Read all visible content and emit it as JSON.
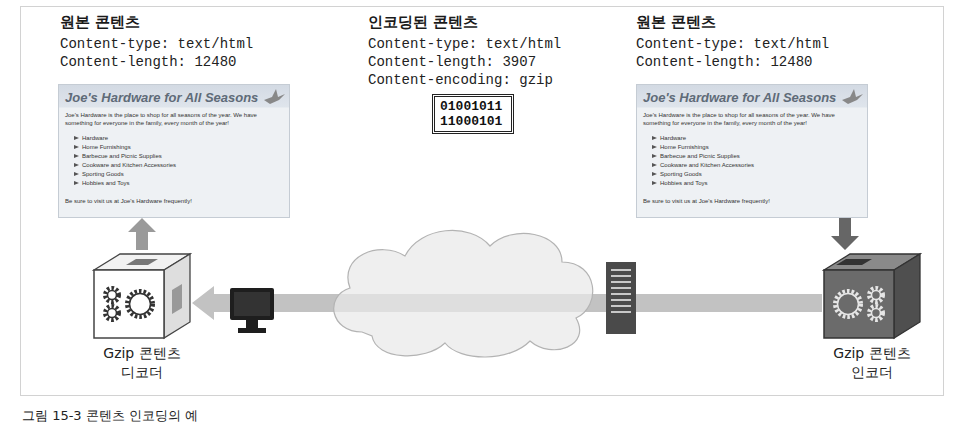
{
  "diagram": {
    "caption": "그림 15-3 콘텐츠 인코딩의 예",
    "nodes": [
      {
        "text": [
          "Joe's Hardware for All Seasons",
          "Joe's Hardware is the place to shop for all seasons of the year. We have something for everyone in the family, every month of the year!",
          "Hardware",
          "Home Furnishings",
          "Barbecue and Picnic Supplies",
          "Cookware and Kitchen Accessories",
          "Sporting Goods",
          "Hobbies and Toys",
          "Be sure to visit us at Joe's Hardware frequently!"
        ]
      },
      {
        "text": [
          "01001011 11000101"
        ]
      },
      {
        "text": [
          "Joe's Hardware for All Seasons",
          "Joe's Hardware is the place to shop for all seasons of the year. We have something for everyone in the family, every month of the year!",
          "Hardware",
          "Home Furnishings",
          "Barbecue and Picnic Supplies",
          "Cookware and Kitchen Accessories",
          "Sporting Goods",
          "Hobbies and Toys",
          "Be sure to visit us at Joe's Hardware frequently!"
        ]
      },
      {
        "text": [
          "Gzip 콘텐츠 디코더"
        ]
      },
      {
        "text": [
          "Gzip 콘텐츠 인코더"
        ]
      }
    ],
    "edges": [
      {
        "from": 3,
        "to": 0,
        "arrow": "to"
      },
      {
        "from": 2,
        "to": 4,
        "arrow": "to"
      },
      {
        "from": 4,
        "to": 3,
        "arrow": "to"
      }
    ],
    "labels": [
      "원본 콘텐츠",
      "Content-type: text/html",
      "Content-length: 12480",
      "인코딩된 콘텐츠",
      "Content-type: text/html",
      "Content-length: 3907",
      "Content-encoding: gzip",
      "원본 콘텐츠",
      "Content-type: text/html",
      "Content-length: 12480"
    ]
  }
}
